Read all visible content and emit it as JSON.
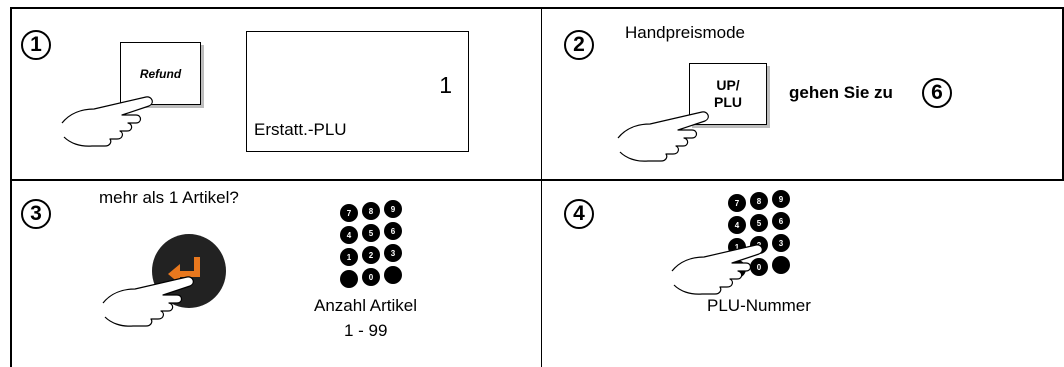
{
  "steps": [
    {
      "number": "1"
    },
    {
      "number": "2",
      "caption": "Handpreismode",
      "goto_text": "gehen Sie zu",
      "goto_number": "6"
    },
    {
      "number": "3",
      "caption": "mehr als 1 Artikel?",
      "label_line1": "Anzahl Artikel",
      "label_line2": "1 - 99"
    },
    {
      "number": "4",
      "label": "PLU-Nummer"
    }
  ],
  "keys": {
    "refund": "Refund",
    "up_plu_line1": "UP/",
    "up_plu_line2": "PLU"
  },
  "display": {
    "value": "1",
    "text": "Erstatt.-PLU"
  },
  "numpad_digits": [
    "7",
    "8",
    "9",
    "4",
    "5",
    "6",
    "1",
    "2",
    "3",
    "0"
  ],
  "colors": {
    "enter_key_fill": "#222222",
    "enter_arrow": "#e8781e",
    "key_shadow": "#bdbdbd"
  },
  "icons": [
    "hand-pointer-icon",
    "enter-arrow-icon",
    "numeric-keypad-icon"
  ]
}
